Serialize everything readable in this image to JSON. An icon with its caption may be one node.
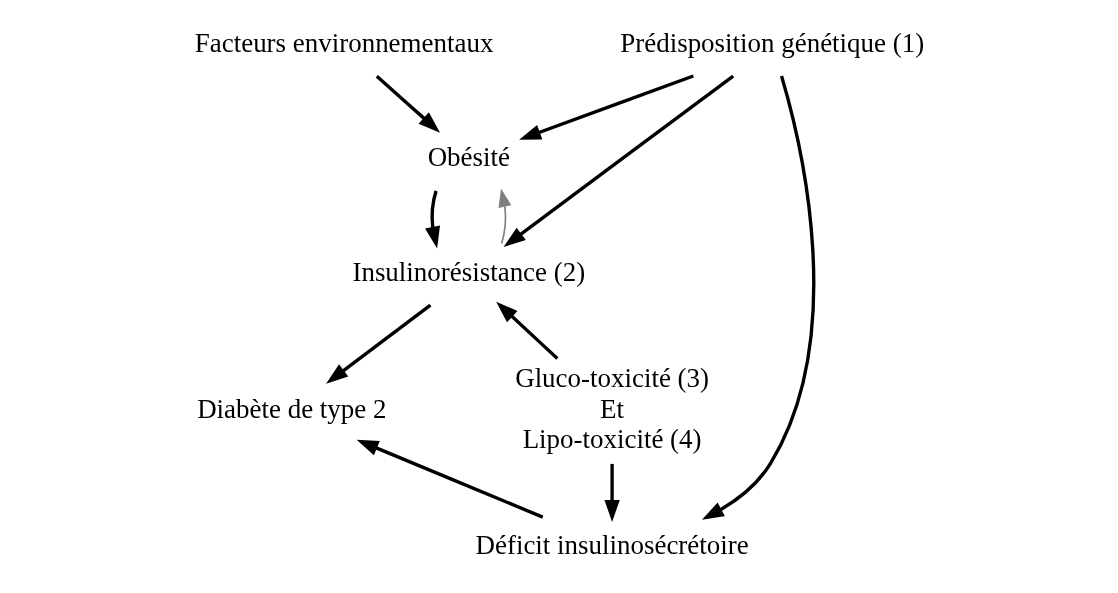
{
  "diagram": {
    "nodes": [
      {
        "text": [
          "Facteurs environnementaux"
        ]
      },
      {
        "text": [
          "Prédisposition génétique (1)"
        ]
      },
      {
        "text": [
          "Obésité"
        ]
      },
      {
        "text": [
          "Insulinorésistance (2)"
        ]
      },
      {
        "text": [
          "Diabète de type 2"
        ]
      },
      {
        "text": [
          "Gluco-toxicité (3)",
          "Et",
          "Lipo-toxicité (4)"
        ]
      },
      {
        "text": [
          "Déficit insulinosécrétoire"
        ]
      }
    ],
    "edges": [
      {
        "from": 0,
        "to": 2,
        "arrow": "to"
      },
      {
        "from": 1,
        "to": 2,
        "arrow": "to"
      },
      {
        "from": 1,
        "to": 3,
        "arrow": "to"
      },
      {
        "from": 1,
        "to": 6,
        "arrow": "to"
      },
      {
        "from": 2,
        "to": 3,
        "arrow": "to"
      },
      {
        "from": 3,
        "to": 2,
        "arrow": "to",
        "color": "#808080"
      },
      {
        "from": 3,
        "to": 4,
        "arrow": "to"
      },
      {
        "from": 6,
        "to": 4,
        "arrow": "to"
      },
      {
        "from": 5,
        "to": 3,
        "arrow": "to"
      },
      {
        "from": 5,
        "to": 6,
        "arrow": "to"
      }
    ]
  }
}
